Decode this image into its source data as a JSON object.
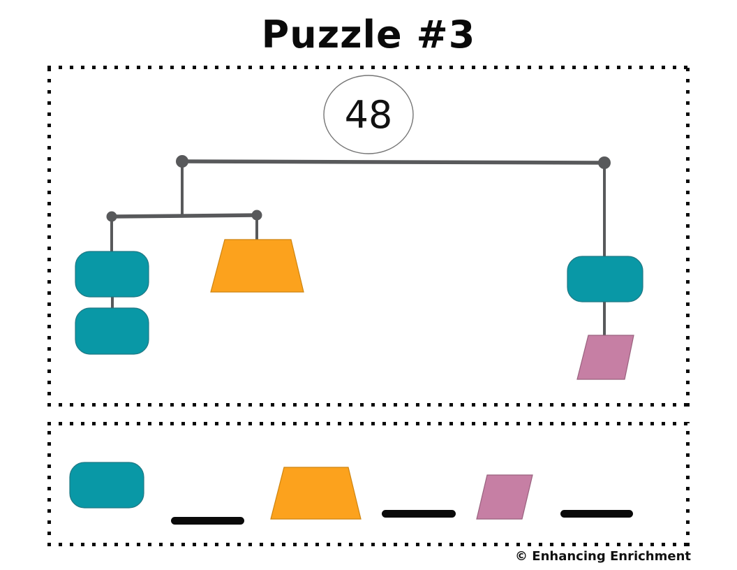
{
  "title": "Puzzle #3",
  "footer_credit": "© Enhancing Enrichment",
  "colors": {
    "teal": "#0998A6",
    "orange": "#FCA21D",
    "pink": "#C67FA4",
    "bar_gray": "#58595B",
    "blank_black": "#0A0A0A"
  },
  "puzzle": {
    "number": "3",
    "total": "48",
    "mobile": {
      "top_value": "48",
      "left_arm": {
        "left_branch_weights": [
          "teal-rounded-rectangle",
          "teal-rounded-rectangle"
        ],
        "right_branch_weights": [
          "orange-trapezoid"
        ]
      },
      "right_arm": {
        "weights": [
          "teal-rounded-rectangle",
          "pink-parallelogram"
        ]
      }
    },
    "answer_row": [
      {
        "shape": "teal-rounded-rectangle",
        "blank": true
      },
      {
        "shape": "orange-trapezoid",
        "blank": true
      },
      {
        "shape": "pink-parallelogram",
        "blank": true
      }
    ]
  }
}
